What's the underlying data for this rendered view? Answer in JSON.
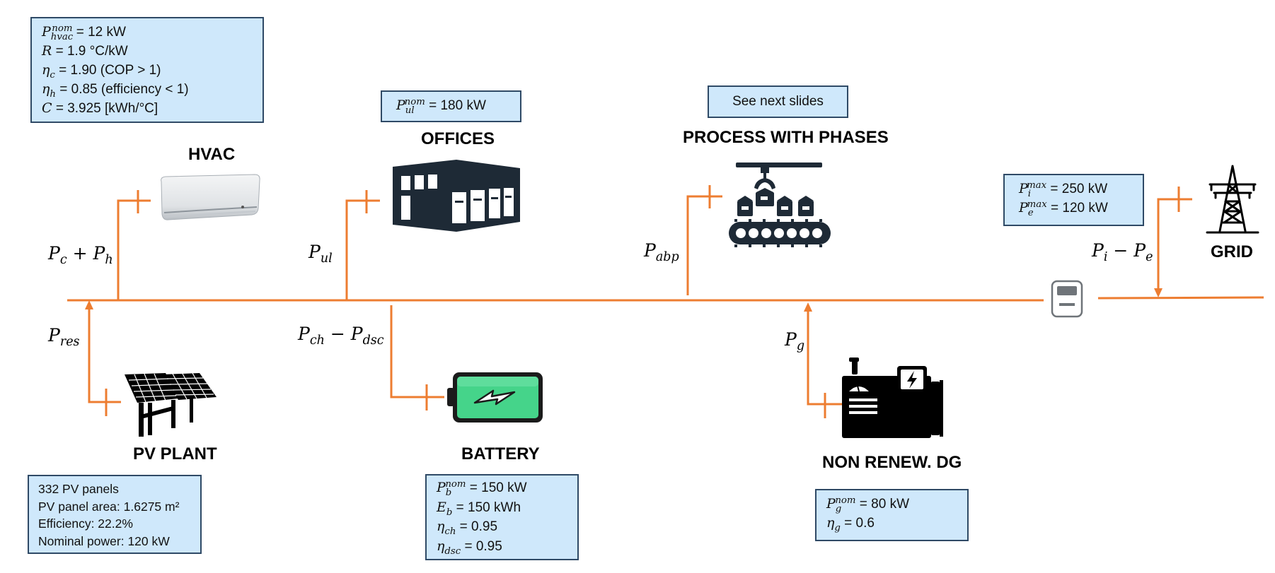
{
  "hvac": {
    "label": "HVAC",
    "params": {
      "p_nom_val": " = 12 kW",
      "r_val": " = 1.9 °C/kW",
      "eta_c_val": " = 1.90 (COP > 1)",
      "eta_h_val": " = 0.85 (efficiency < 1)",
      "c_val": " = 3.925 [kWh/°C]"
    },
    "flow_label": "Pc + Ph"
  },
  "offices": {
    "label": "OFFICES",
    "params": {
      "p_nom_val": " = 180 kW"
    },
    "flow_label": "Pul"
  },
  "process": {
    "label": "PROCESS WITH PHASES",
    "note": "See next slides",
    "flow_label": "Pabp"
  },
  "grid": {
    "label": "GRID",
    "params": {
      "pi_max_val": " = 250 kW",
      "pe_max_val": " = 120 kW"
    },
    "flow_label": "Pi − Pe",
    "meter_icon": "meter-icon"
  },
  "pv_plant": {
    "label": "PV PLANT",
    "params": {
      "line1": "332 PV panels",
      "line2": "PV panel area: 1.6275 m²",
      "line3": "Efficiency: 22.2%",
      "line4": "Nominal power: 120 kW"
    },
    "flow_label": "Pres"
  },
  "battery": {
    "label": "BATTERY",
    "params": {
      "pb_nom_val": " = 150 kW",
      "eb_val": " = 150 kWh",
      "eta_ch_val": " = 0.95",
      "eta_dsc_val": " = 0.95"
    },
    "flow_label": "Pch − Pdsc"
  },
  "generator": {
    "label": "NON RENEW. DG",
    "params": {
      "pg_nom_val": " = 80 kW",
      "eta_g_val": " = 0.6"
    },
    "flow_label": "Pg"
  },
  "colors": {
    "line": "#ed7d31",
    "box_fill": "#cfe8fb",
    "box_border": "#2f4a66",
    "icon_dark": "#1e2a36"
  }
}
